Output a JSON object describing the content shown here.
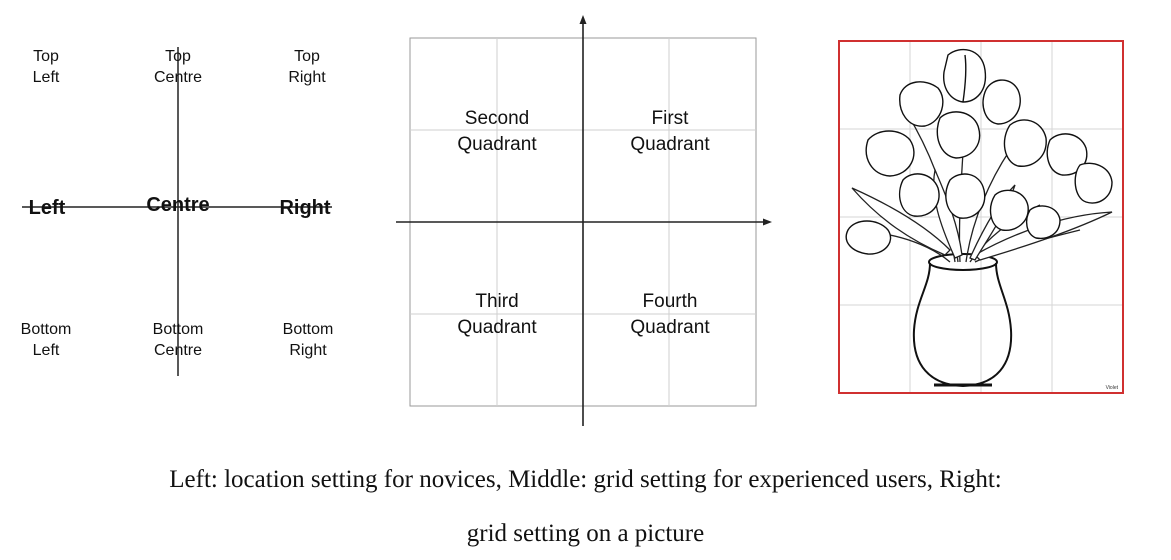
{
  "left_panel": {
    "top_left": [
      "Top",
      "Left"
    ],
    "top_centre": [
      "Top",
      "Centre"
    ],
    "top_right": [
      "Top",
      "Right"
    ],
    "left": "Left",
    "centre": "Centre",
    "right": "Right",
    "bottom_left": [
      "Bottom",
      "Left"
    ],
    "bottom_centre": [
      "Bottom",
      "Centre"
    ],
    "bottom_right": [
      "Bottom",
      "Right"
    ]
  },
  "middle_panel": {
    "second": [
      "Second",
      "Quadrant"
    ],
    "first": [
      "First",
      "Quadrant"
    ],
    "third": [
      "Third",
      "Quadrant"
    ],
    "fourth": [
      "Fourth",
      "Quadrant"
    ]
  },
  "right_panel": {
    "frame_color": "#d03030",
    "signature": "Violet"
  },
  "caption": {
    "line1": "Left: location setting for novices,  Middle: grid setting for experienced users,  Right:",
    "line2": "grid setting on a picture"
  }
}
